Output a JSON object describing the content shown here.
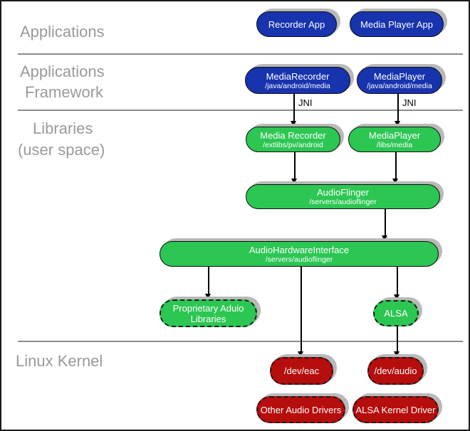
{
  "colors": {
    "app_blue": "#1733ae",
    "library_green": "#2cc653",
    "kernel_red": "#b60d0d",
    "shadow_gray": "#b9b9b9",
    "label_gray": "#9a9a9a"
  },
  "layer_labels": {
    "applications": "Applications",
    "framework_line1": "Applications",
    "framework_line2": "Framework",
    "libraries_line1": "Libraries",
    "libraries_line2": "(user space)",
    "kernel": "Linux Kernel"
  },
  "jni_label": "JNI",
  "nodes": {
    "recorder_app": {
      "title": "Recorder App"
    },
    "media_player_app": {
      "title": "Media Player App"
    },
    "media_recorder_framework": {
      "title": "MediaRecorder",
      "subtitle": "/java/android/media"
    },
    "media_player_framework": {
      "title": "MediaPlayer",
      "subtitle": "/java/android/media"
    },
    "media_recorder_lib": {
      "title": "Media Recorder",
      "subtitle": "/extlibs/pv/android"
    },
    "media_player_lib": {
      "title": "MediaPlayer",
      "subtitle": "/libs/media"
    },
    "audio_flinger": {
      "title": "AudioFlinger",
      "subtitle": "/servers/audioflinger"
    },
    "audio_hardware_interface": {
      "title": "AudioHardwareInterface",
      "subtitle": "/servers/audioflinger"
    },
    "proprietary_audio_libraries": {
      "title": "Proprietary Aduio Libraries"
    },
    "alsa": {
      "title": "ALSA"
    },
    "dev_eac": {
      "title": "/dev/eac"
    },
    "dev_audio": {
      "title": "/dev/audio"
    },
    "other_audio_drivers": {
      "title": "Other Audio Drivers"
    },
    "alsa_kernel_driver": {
      "title": "ALSA Kernel Driver"
    }
  }
}
